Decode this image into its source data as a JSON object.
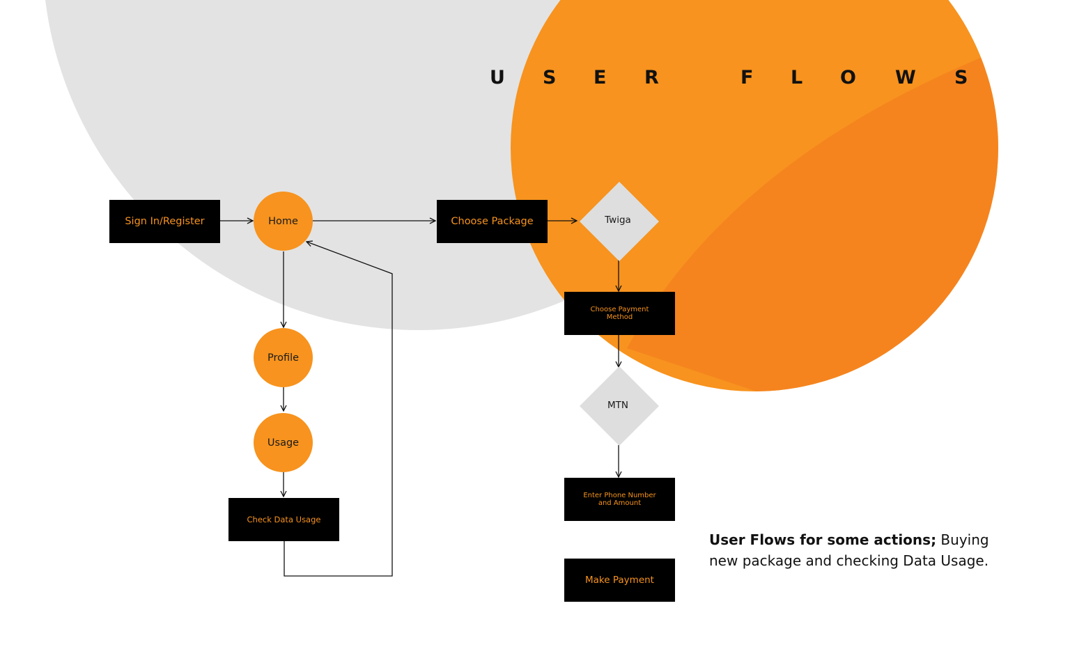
{
  "title": {
    "letters": [
      "U",
      "S",
      "E",
      "R",
      "F",
      "L",
      "O",
      "W",
      "S"
    ]
  },
  "nodes": {
    "signin": "Sign In/Register",
    "home": "Home",
    "profile": "Profile",
    "usage": "Usage",
    "check_data_usage": "Check Data Usage",
    "choose_package": "Choose Package",
    "twiga": "Twiga",
    "choose_payment_line1": "Choose Payment",
    "choose_payment_line2": "Method",
    "mtn": "MTN",
    "enter_phone_line1": "Enter Phone Number",
    "enter_phone_line2": "and Amount",
    "make_payment": "Make Payment"
  },
  "caption": {
    "bold": "User Flows for some actions;",
    "rest": " Buying new package and checking Data Usage."
  },
  "colors": {
    "accent": "#f7931e",
    "accent_dark": "#f5841f",
    "gray_circle": "#e3e3e3",
    "diamond": "#dedede",
    "node_bg": "#000000"
  }
}
